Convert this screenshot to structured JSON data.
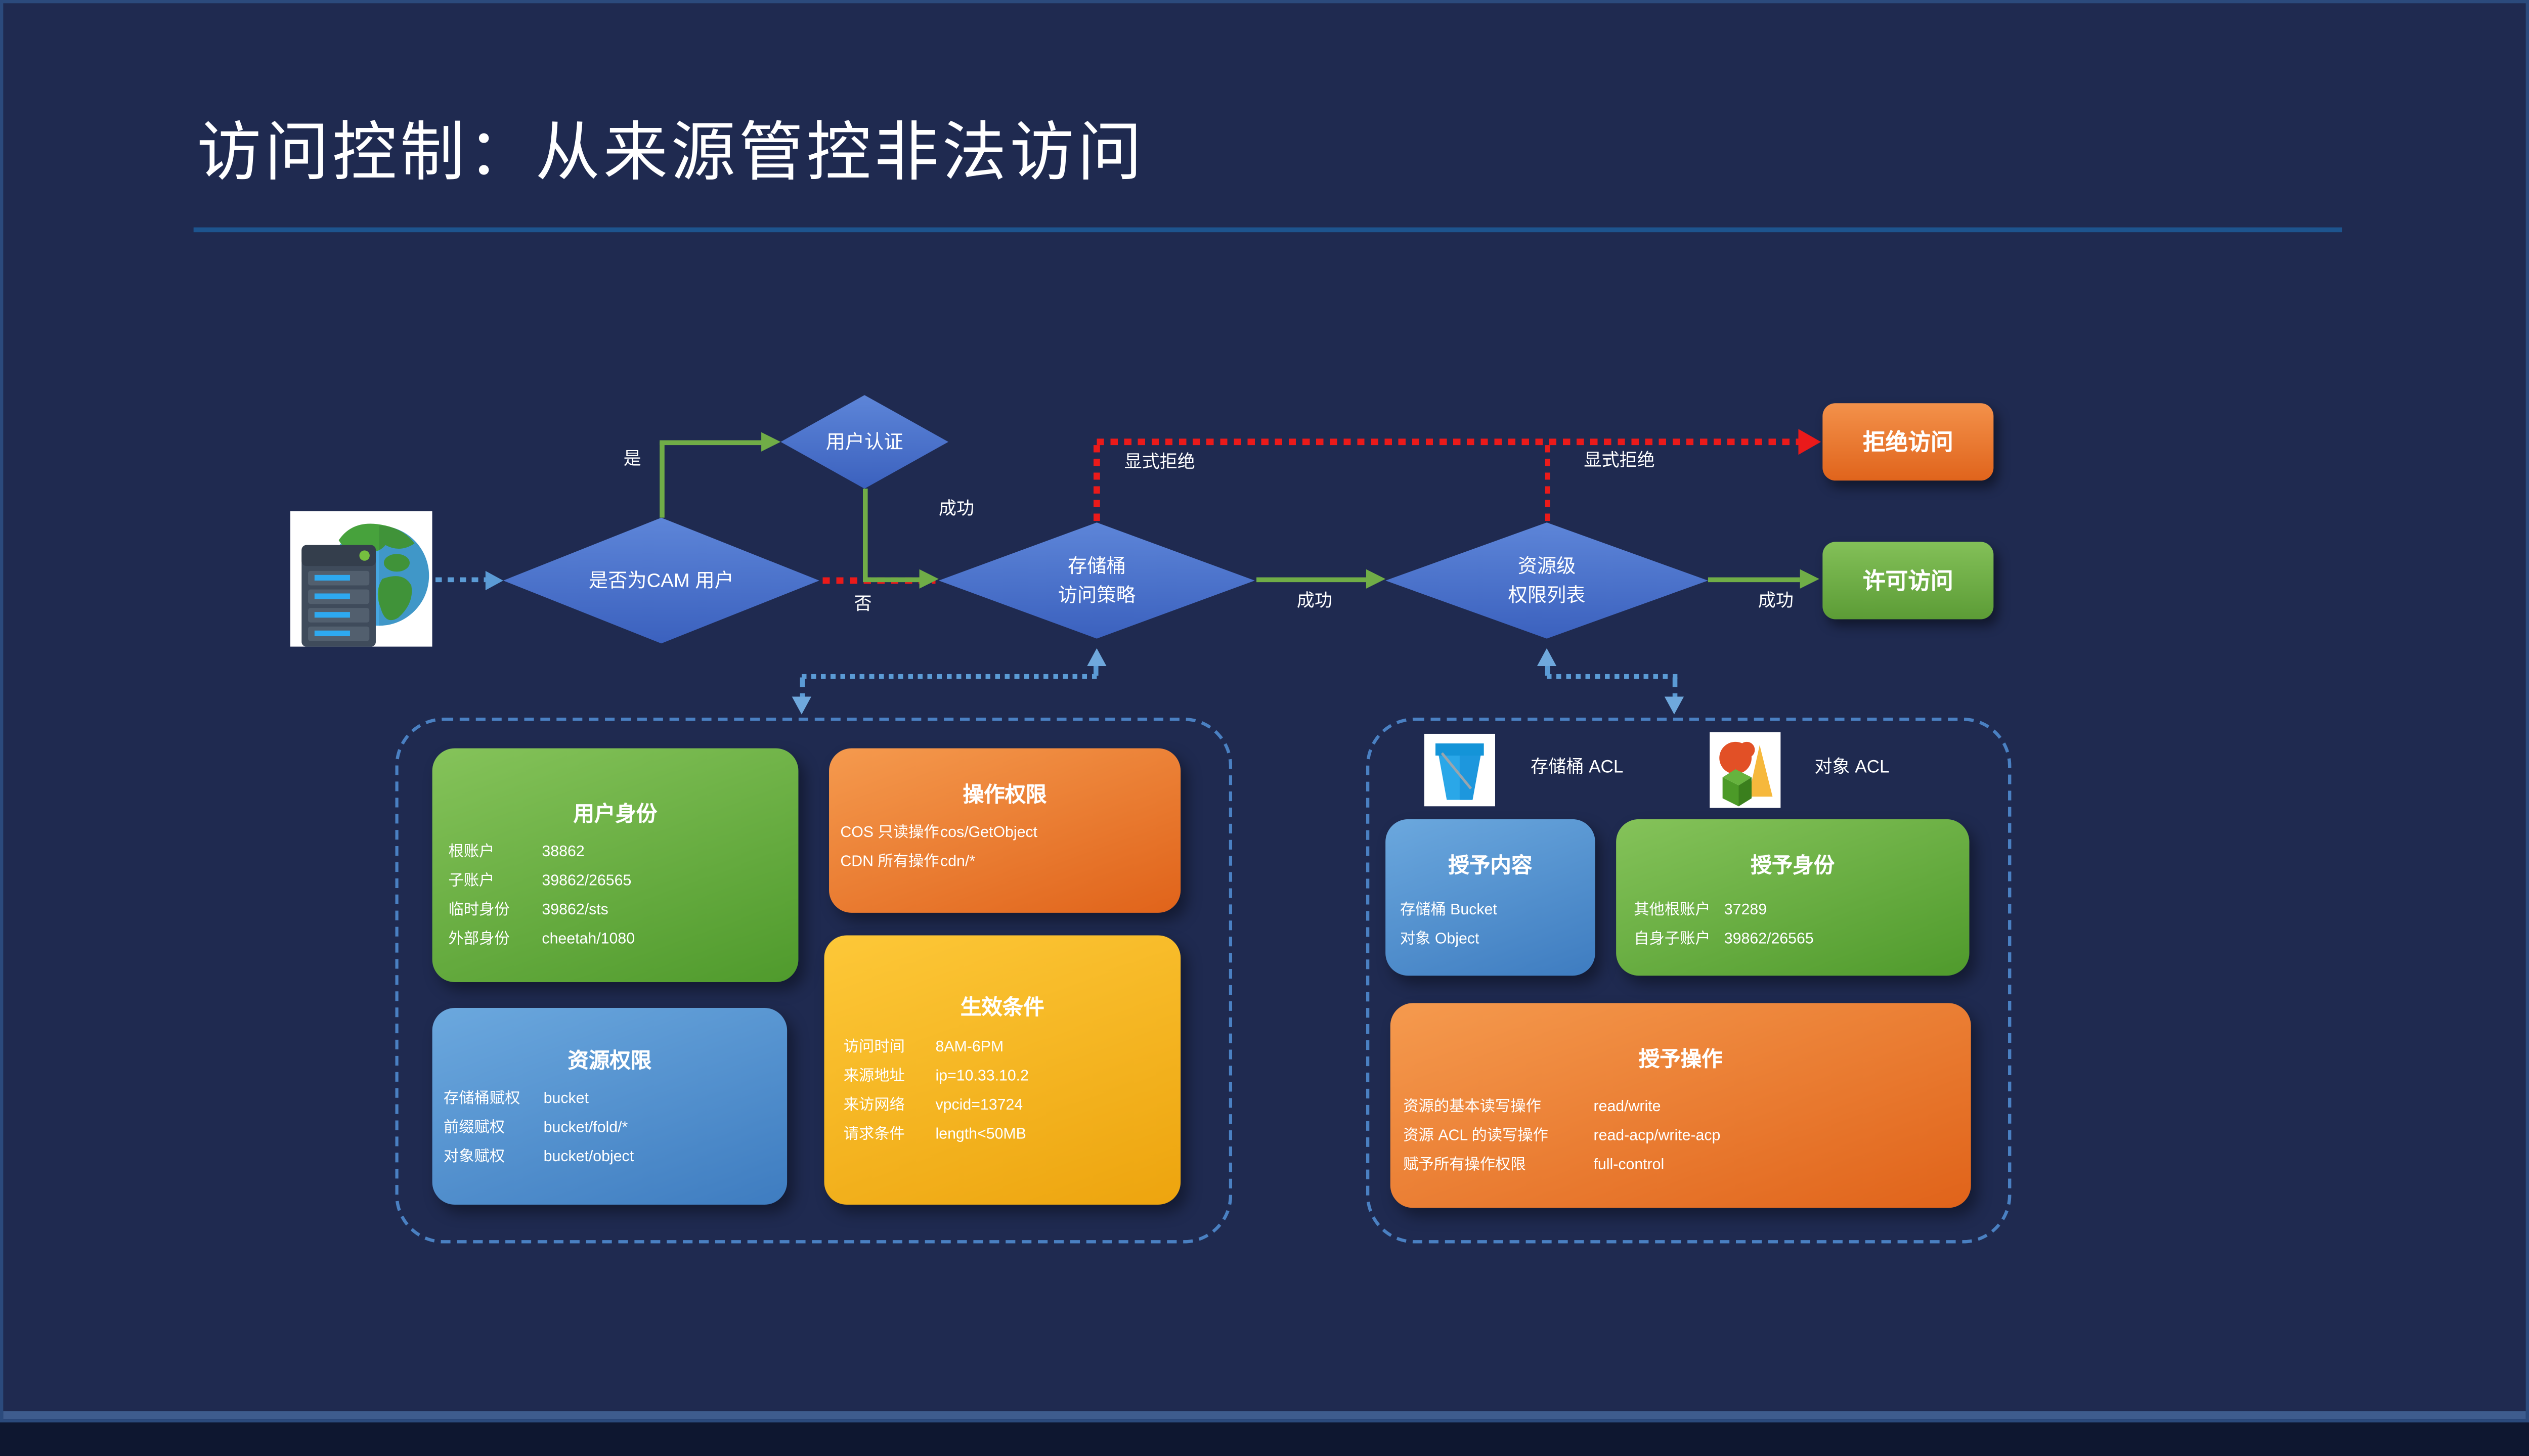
{
  "slide": {
    "title": "访问控制：从来源管控非法访问"
  },
  "flow": {
    "nodes": {
      "cam_check": "是否为CAM 用户",
      "auth": "用户认证",
      "bucket_policy_1": "存储桶",
      "bucket_policy_2": "访问策略",
      "resource_acl_1": "资源级",
      "resource_acl_2": "权限列表",
      "deny": "拒绝访问",
      "allow": "许可访问"
    },
    "labels": {
      "yes": "是",
      "no": "否",
      "success_auth": "成功",
      "success_bucket": "成功",
      "success_resource": "成功",
      "explicit_deny_left": "显式拒绝",
      "explicit_deny_right": "显式拒绝"
    },
    "icons": {
      "origin": "server-globe-icon"
    }
  },
  "policy_group": {
    "cards": {
      "user_identity": {
        "title": "用户身份",
        "rows": [
          {
            "label": "根账户",
            "value": "38862"
          },
          {
            "label": "子账户",
            "value": "39862/26565"
          },
          {
            "label": "临时身份",
            "value": "39862/sts"
          },
          {
            "label": "外部身份",
            "value": "cheetah/1080"
          }
        ]
      },
      "operation_perm": {
        "title": "操作权限",
        "rows": [
          {
            "label": "COS 只读操作",
            "value": "cos/GetObject"
          },
          {
            "label": "CDN 所有操作",
            "value": "cdn/*"
          }
        ]
      },
      "resource_perm": {
        "title": "资源权限",
        "rows": [
          {
            "label": "存储桶赋权",
            "value": "bucket"
          },
          {
            "label": "前缀赋权",
            "value": "bucket/fold/*"
          },
          {
            "label": "对象赋权",
            "value": "bucket/object"
          }
        ]
      },
      "effective_cond": {
        "title": "生效条件",
        "rows": [
          {
            "label": "访问时间",
            "value": "8AM-6PM"
          },
          {
            "label": "来源地址",
            "value": "ip=10.33.10.2"
          },
          {
            "label": "来访网络",
            "value": "vpcid=13724"
          },
          {
            "label": "请求条件",
            "value": "length<50MB"
          }
        ]
      }
    }
  },
  "acl_group": {
    "bucket_acl_label": "存储桶 ACL",
    "object_acl_label": "对象 ACL",
    "cards": {
      "grant_content": {
        "title": "授予内容",
        "rows": [
          {
            "label": "存储桶 Bucket",
            "value": ""
          },
          {
            "label": "对象 Object",
            "value": ""
          }
        ]
      },
      "grant_identity": {
        "title": "授予身份",
        "rows": [
          {
            "label": "其他根账户",
            "value": "37289"
          },
          {
            "label": "自身子账户",
            "value": "39862/26565"
          }
        ]
      },
      "grant_ops": {
        "title": "授予操作",
        "rows": [
          {
            "label": "资源的基本读写操作",
            "value": "read/write"
          },
          {
            "label": "资源 ACL  的读写操作",
            "value": "read-acp/write-acp"
          },
          {
            "label": "赋予所有操作权限",
            "value": "full-control"
          }
        ]
      }
    }
  },
  "colors": {
    "background": "#1f2a50",
    "diamond_blue": "#4a71c6",
    "arrow_green": "#70ad47",
    "connector_blue": "#5b9bd5",
    "deny_red": "#ea1a1a",
    "card_green": "#6aad43",
    "card_orange": "#ea7a2e",
    "card_blue": "#5493cf",
    "card_yellow": "#f6b621",
    "title_rule": "#1d548e"
  }
}
